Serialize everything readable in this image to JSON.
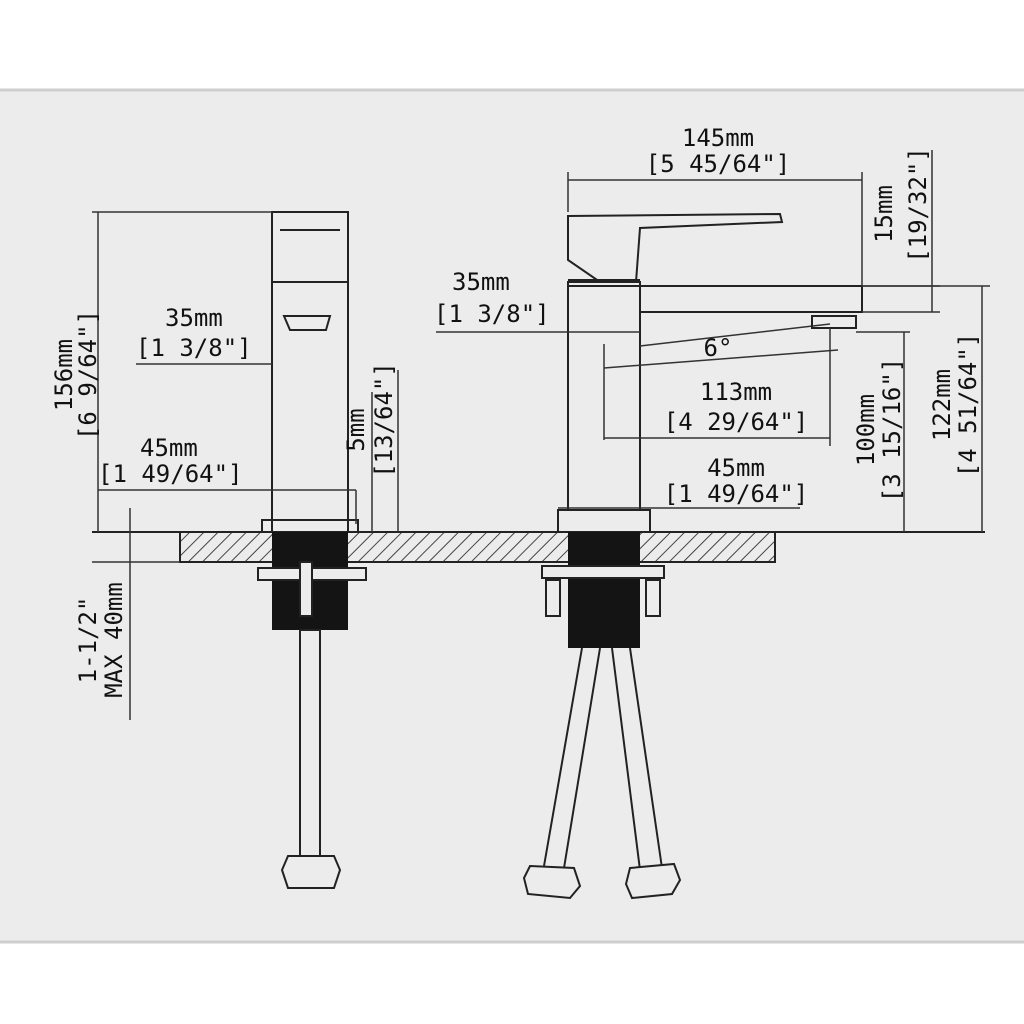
{
  "dimensions": {
    "side_height_mm": "156mm",
    "side_height_in": "[6  9/64\"]",
    "side_width_mm": "35mm",
    "side_width_in": "[1  3/8\"]",
    "side_base_mm": "45mm",
    "side_base_in": "[1  49/64\"]",
    "side_gap_mm": "5mm",
    "side_gap_in": "[13/64\"]",
    "deck_in": "1-1/2\"",
    "deck_mm": "MAX  40mm",
    "front_length_mm": "145mm",
    "front_length_in": "[5  45/64\"]",
    "handle_mm": "15mm",
    "handle_in": "[19/32\"]",
    "front_body_mm": "35mm",
    "front_body_in": "[1  3/8\"]",
    "spout_angle": "6°",
    "reach_mm": "113mm",
    "reach_in": "[4  29/64\"]",
    "front_base_mm": "45mm",
    "front_base_in": "[1  49/64\"]",
    "spout_height_mm": "100mm",
    "spout_height_in": "[3  15/16\"]",
    "total_height_mm": "122mm",
    "total_height_in": "[4  51/64\"]"
  }
}
